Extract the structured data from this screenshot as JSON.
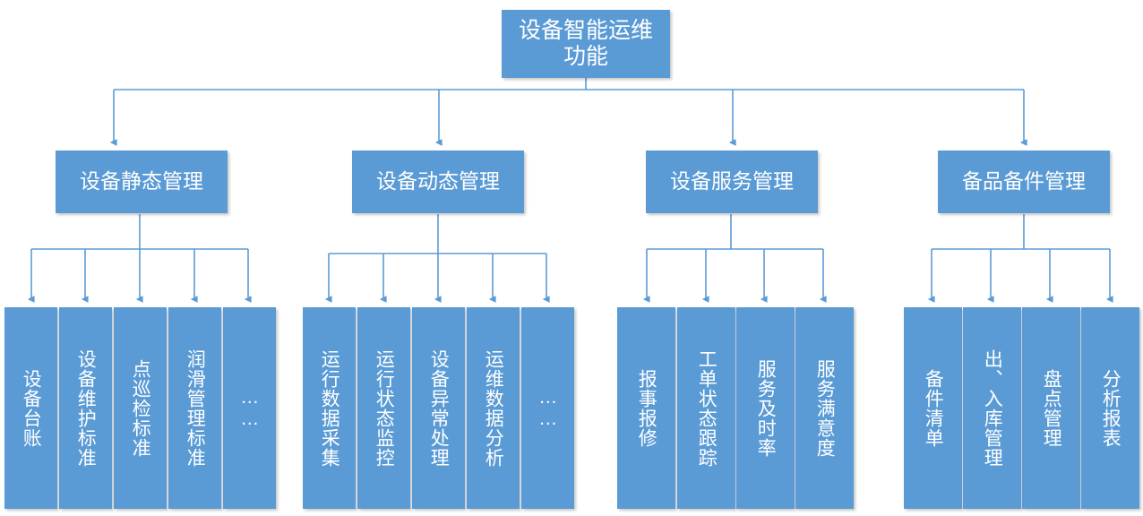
{
  "diagram": {
    "title": "设备智能运维功能",
    "root": {
      "label": "设备智能运维功能"
    },
    "branches": [
      {
        "label": "设备静态管理",
        "leaves": [
          {
            "label": "设备台账"
          },
          {
            "label": "设备维护标准"
          },
          {
            "label": "点巡检标准"
          },
          {
            "label": "润滑管理标准"
          },
          {
            "label": "……"
          }
        ]
      },
      {
        "label": "设备动态管理",
        "leaves": [
          {
            "label": "运行数据采集"
          },
          {
            "label": "运行状态监控"
          },
          {
            "label": "设备异常处理"
          },
          {
            "label": "运维数据分析"
          },
          {
            "label": "……"
          }
        ]
      },
      {
        "label": "设备服务管理",
        "leaves": [
          {
            "label": "报事报修"
          },
          {
            "label": "工单状态跟踪"
          },
          {
            "label": "服务及时率"
          },
          {
            "label": "服务满意度"
          }
        ]
      },
      {
        "label": "备品备件管理",
        "leaves": [
          {
            "label": "备件清单"
          },
          {
            "label": "出、入库管理"
          },
          {
            "label": "盘点管理"
          },
          {
            "label": "分析报表"
          }
        ]
      }
    ],
    "colors": {
      "node_fill": "#5B9BD5",
      "node_text": "#FFFFFF",
      "connector": "#5B9BD5",
      "background": "#FFFFFF"
    }
  }
}
